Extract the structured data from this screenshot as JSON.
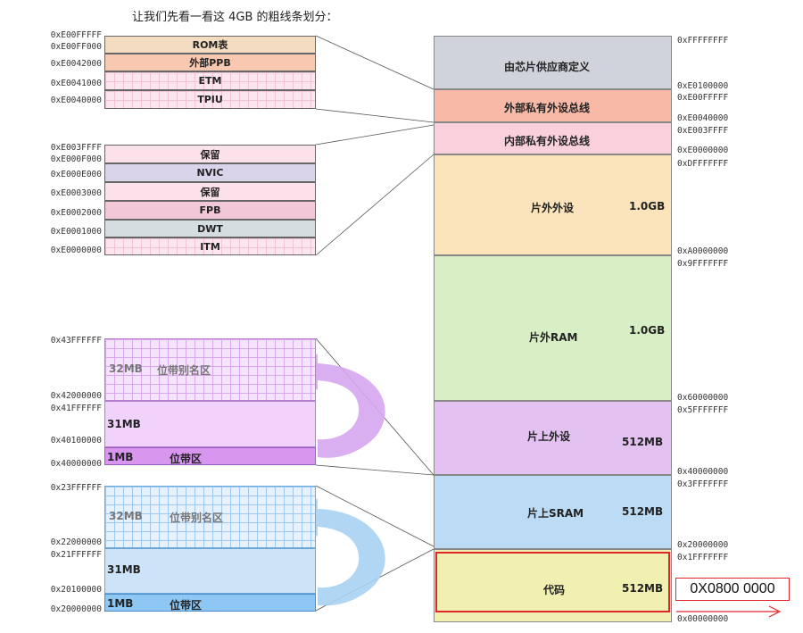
{
  "title": "让我们先看一看这 4GB 的粗线条划分：",
  "colors": {
    "rom": "#f3dcc0",
    "ppb_ext": "#f8c9b0",
    "ppb_int": "#fbd3de",
    "nvic": "#d9d4ea",
    "fpb": "#f2c8d8",
    "dwt": "#d5dde0",
    "vendor": "#d0d2dc",
    "ext_dev": "#fbe3bb",
    "ext_ram": "#d8efc5",
    "periph": "#e3c2f2",
    "sram": "#bcdcf6",
    "code": "#f2f0b0",
    "highlight": "#e0262a"
  },
  "ppb_upper": {
    "addresses": [
      "0xE00FFFFF",
      "0xE00FF000",
      "0xE0042000",
      "0xE0041000",
      "0xE0040000"
    ],
    "blocks": [
      "ROM表",
      "外部PPB",
      "ETM",
      "TPIU"
    ]
  },
  "ppb_lower": {
    "addresses": [
      "0xE003FFFF",
      "0xE000F000",
      "0xE000E000",
      "0xE0003000",
      "0xE0002000",
      "0xE0001000",
      "0xE0000000"
    ],
    "blocks": [
      "保留",
      "NVIC",
      "保留",
      "FPB",
      "DWT",
      "ITM"
    ]
  },
  "bitband_periph": {
    "addresses": [
      "0x43FFFFFF",
      "0x42000000",
      "0x41FFFFFF",
      "0x40100000",
      "0x40000000"
    ],
    "alias_size": "32MB",
    "alias_label": "位带别名区",
    "mid_size": "31MB",
    "band_size": "1MB",
    "band_label": "位带区"
  },
  "bitband_sram": {
    "addresses": [
      "0x23FFFFFF",
      "0x22000000",
      "0x21FFFFFF",
      "0x20100000",
      "0x20000000"
    ],
    "alias_size": "32MB",
    "alias_label": "位带别名区",
    "mid_size": "31MB",
    "band_size": "1MB",
    "band_label": "位带区"
  },
  "memory_map": {
    "segments": [
      {
        "label": "由芯片供应商定义",
        "size": ""
      },
      {
        "label": "外部私有外设总线",
        "size": ""
      },
      {
        "label": "内部私有外设总线",
        "size": ""
      },
      {
        "label": "片外外设",
        "size": "1.0GB"
      },
      {
        "label": "片外RAM",
        "size": "1.0GB"
      },
      {
        "label": "片上外设",
        "size": "512MB"
      },
      {
        "label": "片上SRAM",
        "size": "512MB"
      },
      {
        "label": "代码",
        "size": "512MB"
      }
    ],
    "addresses": [
      "0xFFFFFFFF",
      "0xE0100000",
      "0xE00FFFFF",
      "0xE0040000",
      "0xE003FFFF",
      "0xE0000000",
      "0xDFFFFFFF",
      "0xA0000000",
      "0x9FFFFFFF",
      "0x60000000",
      "0x5FFFFFFF",
      "0x40000000",
      "0x3FFFFFFF",
      "0x20000000",
      "0x1FFFFFFF",
      "0x00000000"
    ]
  },
  "flash_address": "0X0800 0000"
}
